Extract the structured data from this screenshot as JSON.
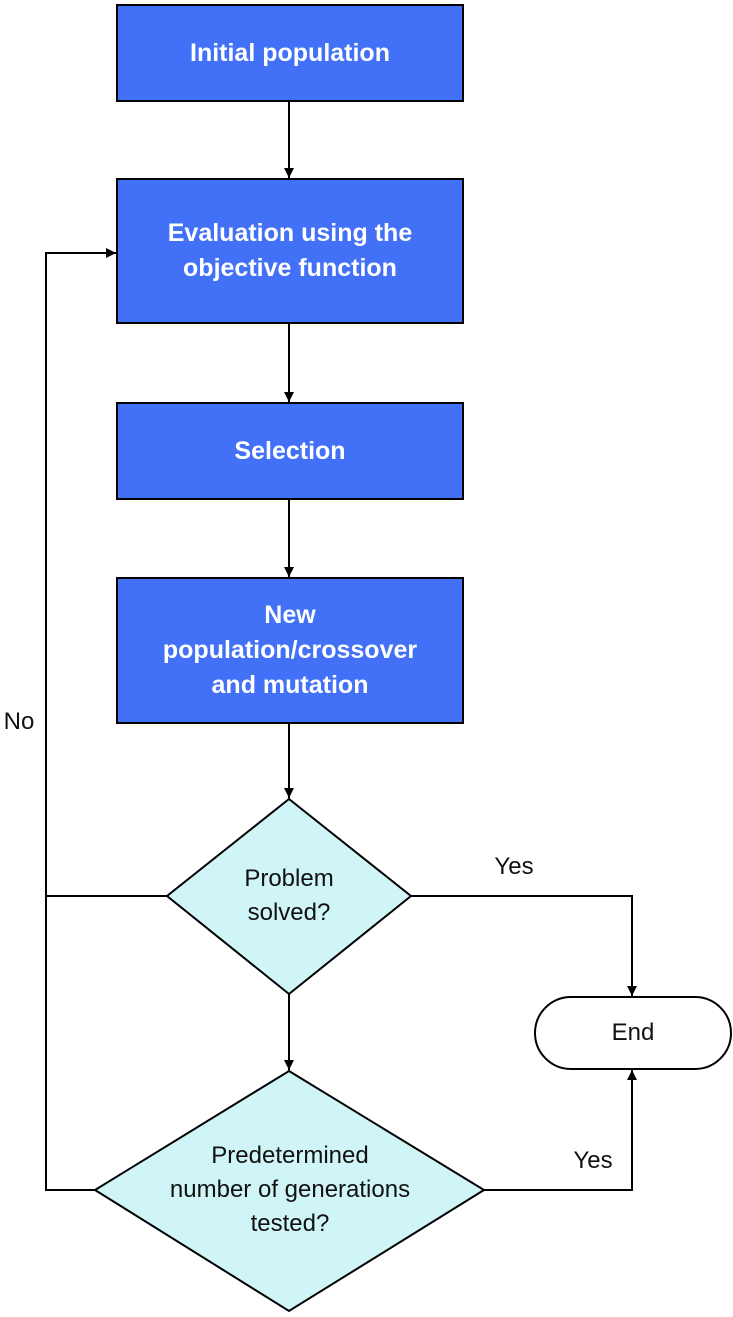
{
  "colors": {
    "process_fill": "#4271f8",
    "decision_fill": "#cff5f7",
    "stroke": "#000000",
    "background": "#ffffff"
  },
  "nodes": {
    "initial_population": "Initial population",
    "evaluation": "Evaluation using the\nobjective function",
    "selection": "Selection",
    "new_population": "New\npopulation/crossover\nand mutation",
    "problem_solved": "Problem\nsolved?",
    "predetermined": "Predetermined\nnumber of generations\ntested?",
    "end": "End"
  },
  "edge_labels": {
    "no": "No",
    "yes_problem": "Yes",
    "yes_generations": "Yes"
  }
}
